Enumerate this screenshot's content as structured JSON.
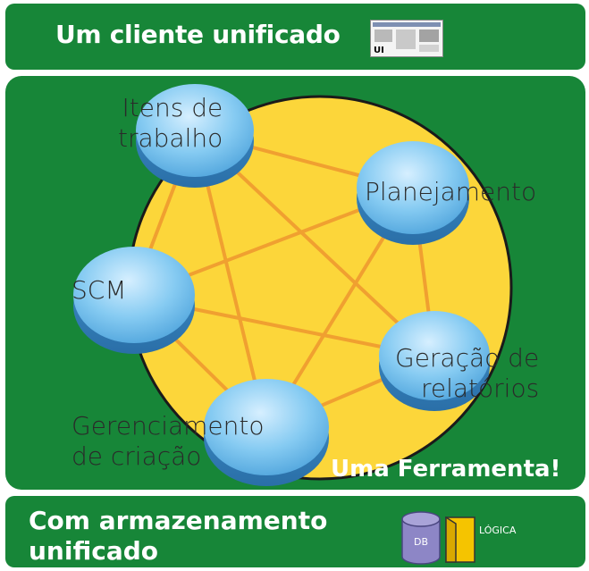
{
  "header": {
    "title": "Um cliente unificado",
    "thumbnail_label": "UI"
  },
  "diagram": {
    "nodes": [
      {
        "id": "work",
        "label_lines": [
          "Itens de",
          "trabalho"
        ]
      },
      {
        "id": "plan",
        "label_lines": [
          "Planejamento"
        ]
      },
      {
        "id": "scm",
        "label_lines": [
          "SCM"
        ]
      },
      {
        "id": "report",
        "label_lines": [
          "Geração de",
          "relatórios"
        ]
      },
      {
        "id": "build",
        "label_lines": [
          "Gerenciamento",
          "de criação"
        ]
      }
    ],
    "tagline": "Uma Ferramenta!",
    "colors": {
      "panel_green": "#178638",
      "circle_yellow": "#fcd63a",
      "line_orange": "#f0a030",
      "node_blue": "#7cc3ec"
    }
  },
  "footer": {
    "title": "Com armazenamento unificado",
    "db_label": "DB",
    "logic_label": "LÓGICA"
  }
}
